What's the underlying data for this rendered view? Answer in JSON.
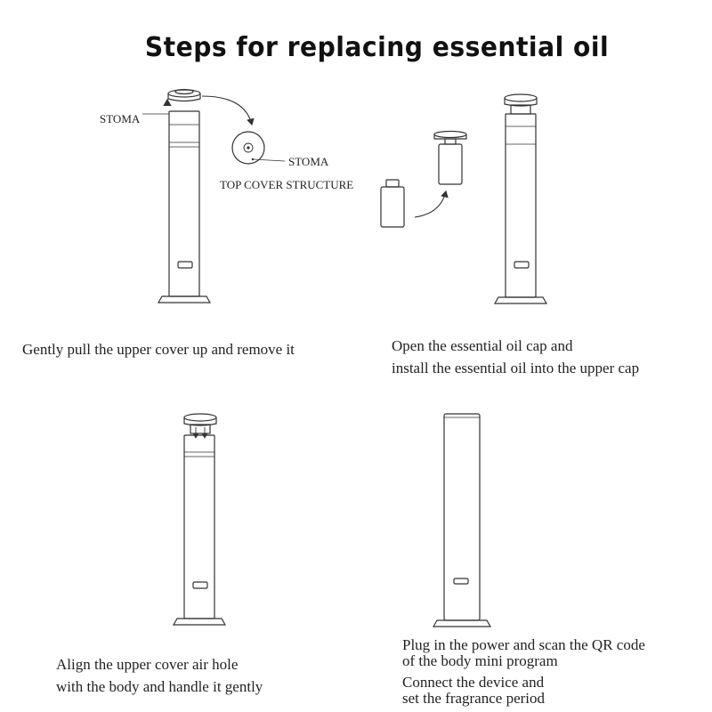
{
  "title": "Steps for replacing essential oil",
  "labels": {
    "stoma_1": "STOMA",
    "stoma_2": "STOMA",
    "top_cover_structure": "TOP COVER STRUCTURE"
  },
  "steps": [
    {
      "lines": [
        "Gently pull the upper cover up and remove it"
      ]
    },
    {
      "lines": [
        "Open the essential oil cap and",
        "install the essential oil into the upper cap"
      ]
    },
    {
      "lines": [
        "Align the upper cover air hole",
        "with the body and handle it gently"
      ]
    },
    {
      "lines": [
        "Plug in the power and scan the QR code",
        "of the body mini program"
      ]
    },
    {
      "lines": [
        "Connect the device and",
        "set the fragrance period"
      ]
    }
  ]
}
